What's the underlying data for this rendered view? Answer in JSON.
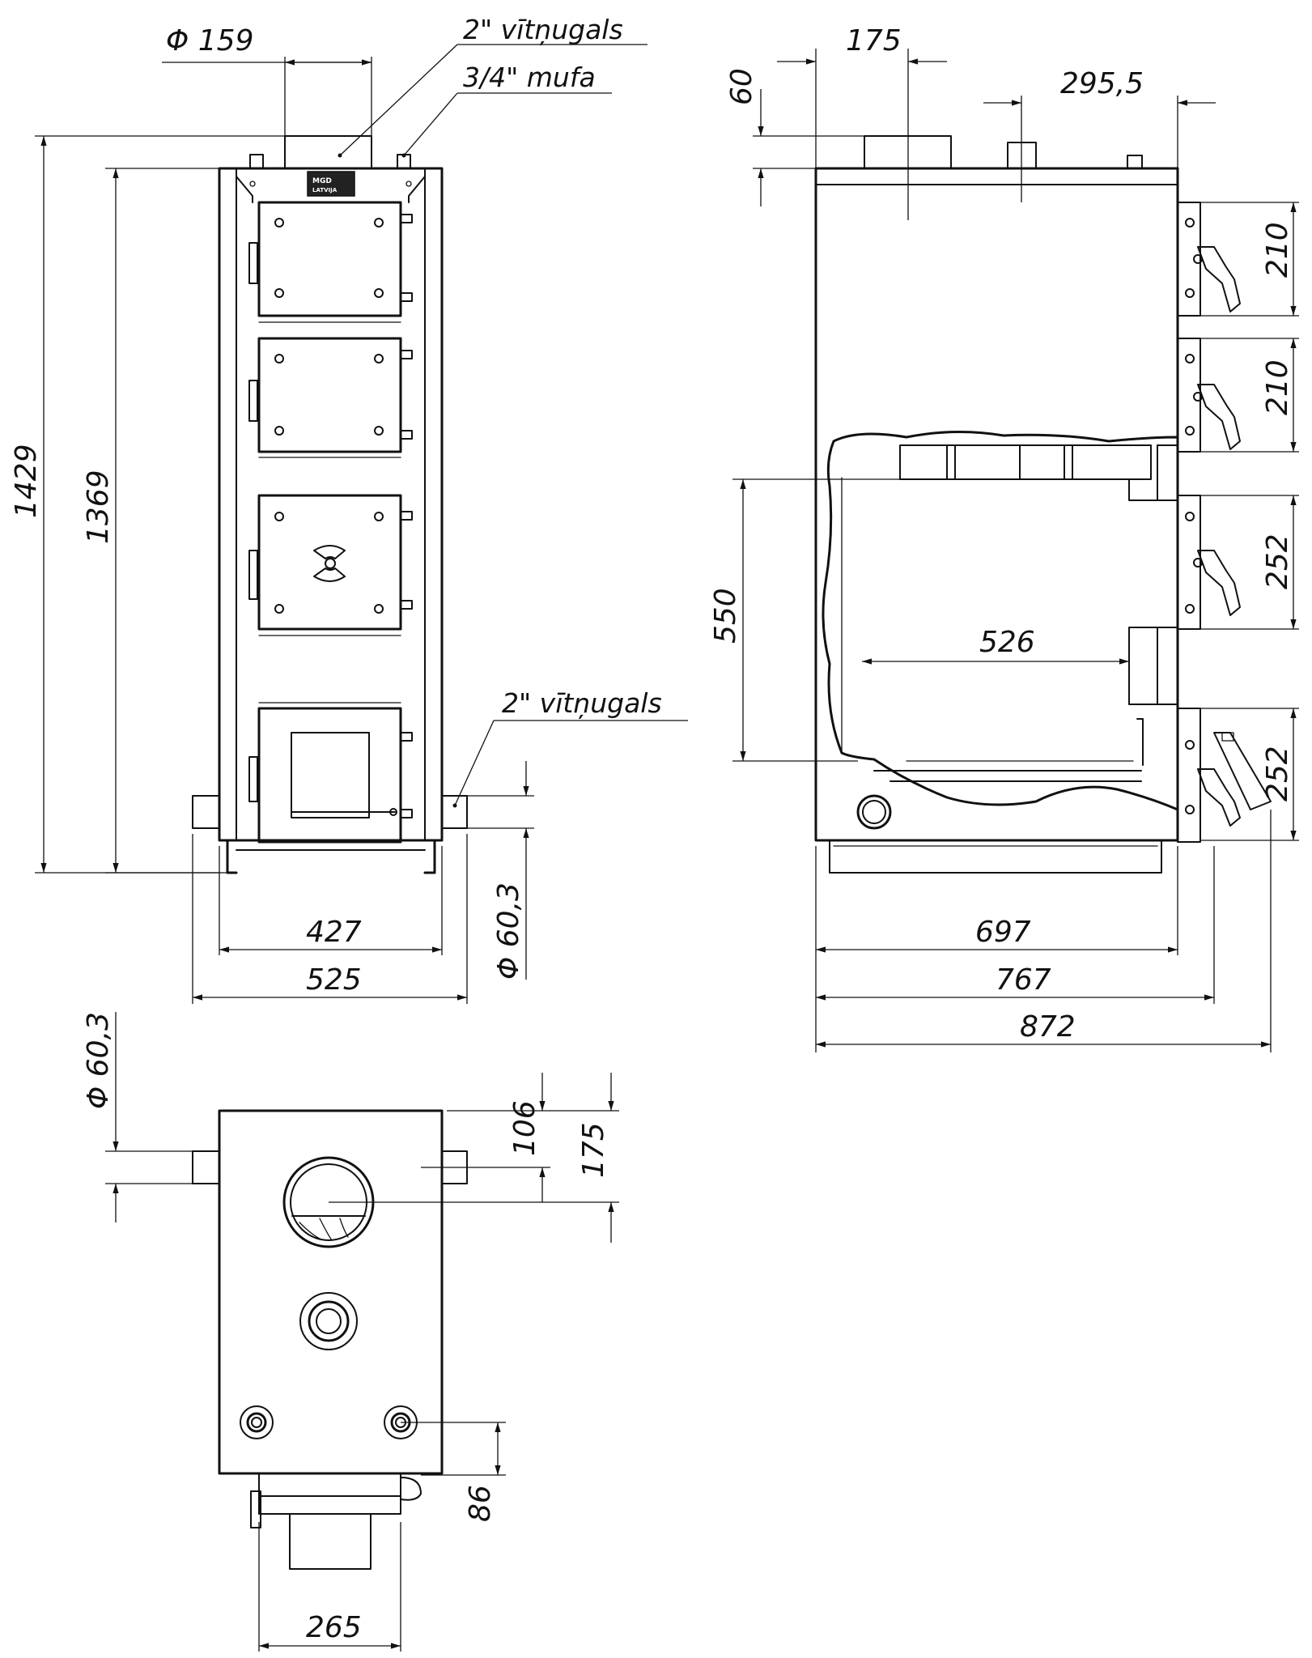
{
  "labels": {
    "pipe_diameter_top": "Φ 159",
    "thread_top": "2\" vītņugals",
    "coupling": "3/4\" mufa",
    "thread_bottom": "2\" vītņugals",
    "pipe_diameter_side": "Φ 60,3",
    "pipe_diameter_plan": "Φ 60,3"
  },
  "front_view": {
    "height_total": "1429",
    "height_body": "1369",
    "width_body": "427",
    "width_total": "525"
  },
  "side_view": {
    "flue_offset": "175",
    "pipe_offset": "295,5",
    "flue_height": "60",
    "door1": "210",
    "door2": "210",
    "door3": "252",
    "door4": "252",
    "firebox_height": "550",
    "firebox_depth": "526",
    "depth_body": "697",
    "depth_with_doors": "767",
    "depth_total": "872"
  },
  "plan_view": {
    "offset_106": "106",
    "offset_175": "175",
    "offset_86": "86",
    "width_265": "265"
  }
}
